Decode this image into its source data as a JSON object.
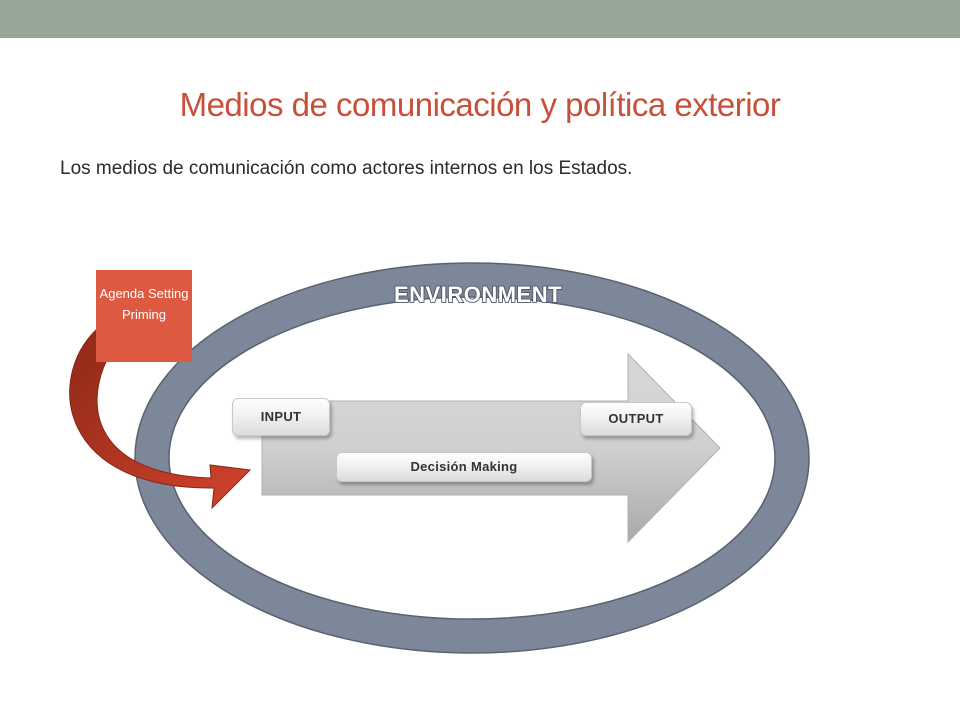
{
  "slide": {
    "title": "Medios de comunicación y política exterior",
    "subtitle": "Los medios de comunicación como actores internos en los Estados."
  },
  "diagram": {
    "environment_label": "ENVIRONMENT",
    "agenda_box": {
      "line1": "Agenda Setting",
      "line2": "Priming"
    },
    "input_label": "INPUT",
    "output_label": "OUTPUT",
    "decision_label": "Decisión Making"
  },
  "colors": {
    "top_bar": "#95a596",
    "title": "#c8503a",
    "ring": "#7d879a",
    "ring_edge": "#59626f",
    "agenda_box": "#dd5a40",
    "curved_arrow": "#c53a25",
    "big_arrow": "#cccccc"
  }
}
